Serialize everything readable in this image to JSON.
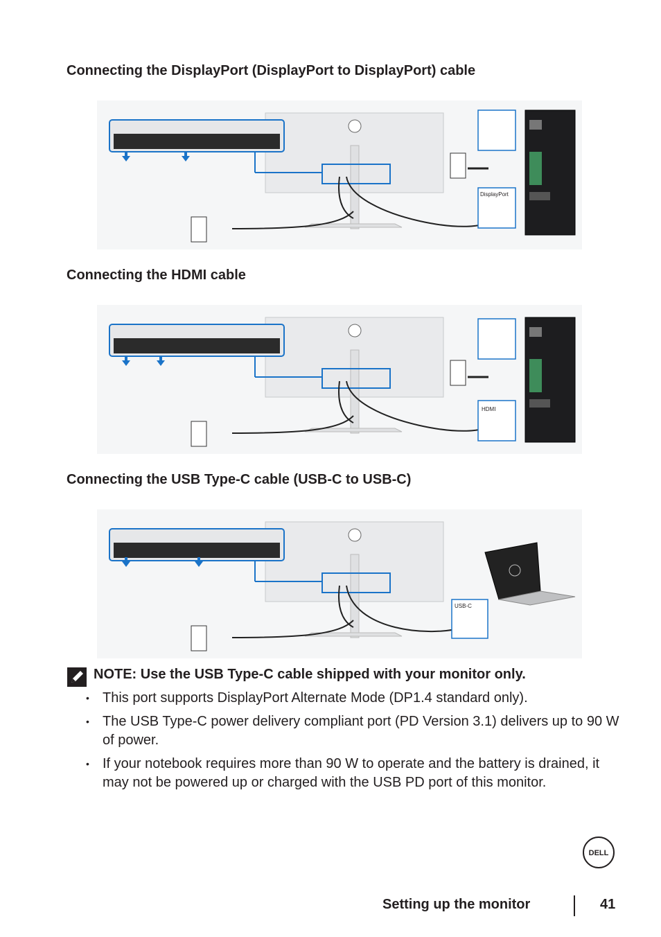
{
  "sections": [
    {
      "heading": "Connecting the DisplayPort (DisplayPort to DisplayPort) cable",
      "cable_label": "DisplayPort"
    },
    {
      "heading": "Connecting the HDMI cable",
      "cable_label": "HDMI"
    },
    {
      "heading": "Connecting the USB Type-C cable (USB-C to USB-C)",
      "cable_label": "USB-C"
    }
  ],
  "note": {
    "icon": "pencil-note-icon",
    "title": "NOTE: Use the USB Type-C cable shipped with your monitor only.",
    "items": [
      "This port supports DisplayPort Alternate Mode (DP1.4 standard only).",
      "The USB Type-C power delivery compliant port (PD Version 3.1) delivers up to 90 W of power.",
      "If your notebook requires more than 90 W to operate and the battery is drained, it may not be powered up or charged with the USB PD port of this monitor."
    ]
  },
  "footer": {
    "section_title": "Setting up the monitor",
    "page_number": "41",
    "logo_text": "DELL"
  },
  "colors": {
    "highlight_blue": "#1a73c8",
    "text": "#231f20",
    "panel_gray": "#e9eaec"
  }
}
